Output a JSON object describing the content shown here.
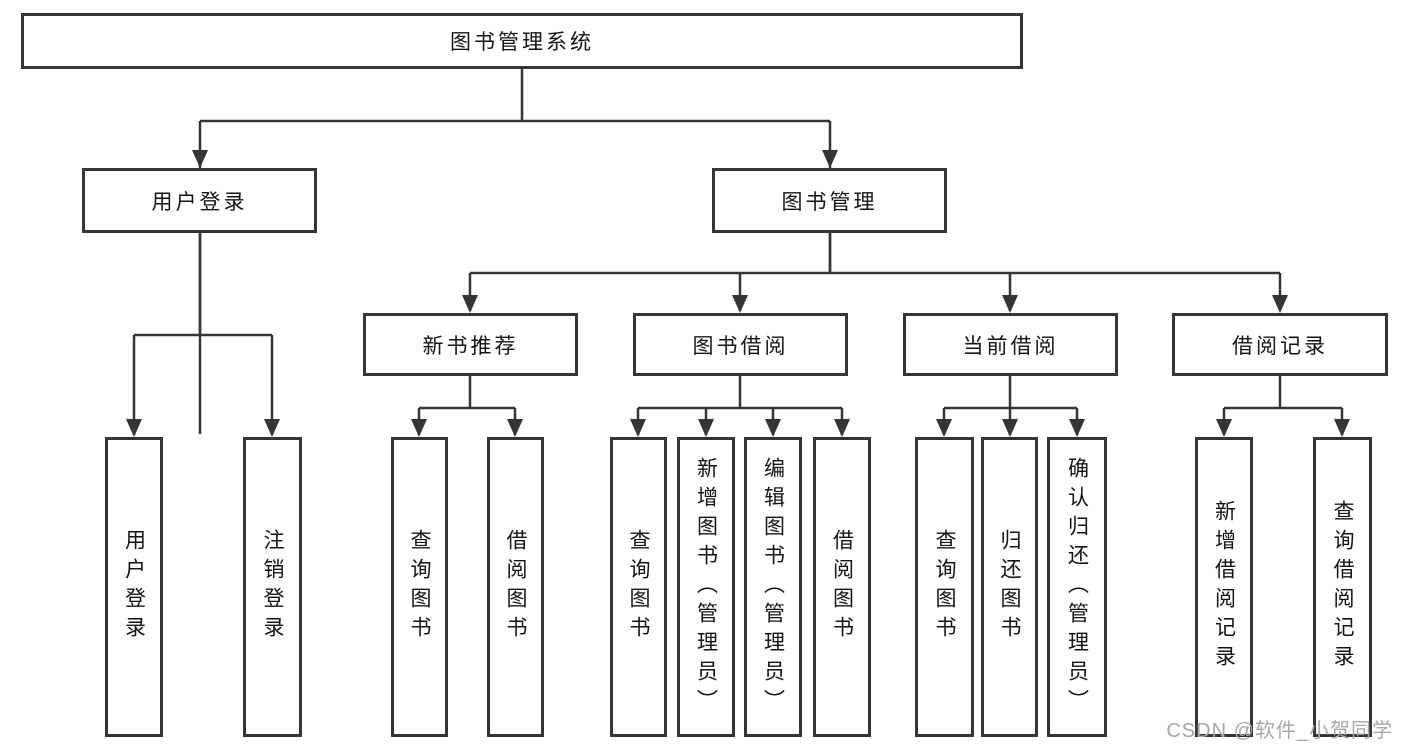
{
  "diagram": {
    "type": "hierarchy-tree",
    "colors": {
      "line": "#353535",
      "box_border": "#353535",
      "box_fill": "#ffffff",
      "text": "#141414",
      "watermark": "#a8a8a8",
      "background": "#ffffff"
    },
    "tree": {
      "label": "图书管理系统",
      "children": [
        {
          "label": "用户登录",
          "children": [
            {
              "label": "用户登录"
            },
            {
              "label": "注销登录"
            }
          ]
        },
        {
          "label": "图书管理",
          "children": [
            {
              "label": "新书推荐",
              "children": [
                {
                  "label": "查询图书"
                },
                {
                  "label": "借阅图书"
                }
              ]
            },
            {
              "label": "图书借阅",
              "children": [
                {
                  "label": "查询图书"
                },
                {
                  "label": "新增图书（管理员）"
                },
                {
                  "label": "编辑图书（管理员）"
                },
                {
                  "label": "借阅图书"
                }
              ]
            },
            {
              "label": "当前借阅",
              "children": [
                {
                  "label": "查询图书"
                },
                {
                  "label": "归还图书"
                },
                {
                  "label": "确认归还（管理员）"
                }
              ]
            },
            {
              "label": "借阅记录",
              "children": [
                {
                  "label": "新增借阅记录"
                },
                {
                  "label": "查询借阅记录"
                }
              ]
            }
          ]
        }
      ]
    },
    "watermark": "CSDN @软件_小贺同学"
  }
}
